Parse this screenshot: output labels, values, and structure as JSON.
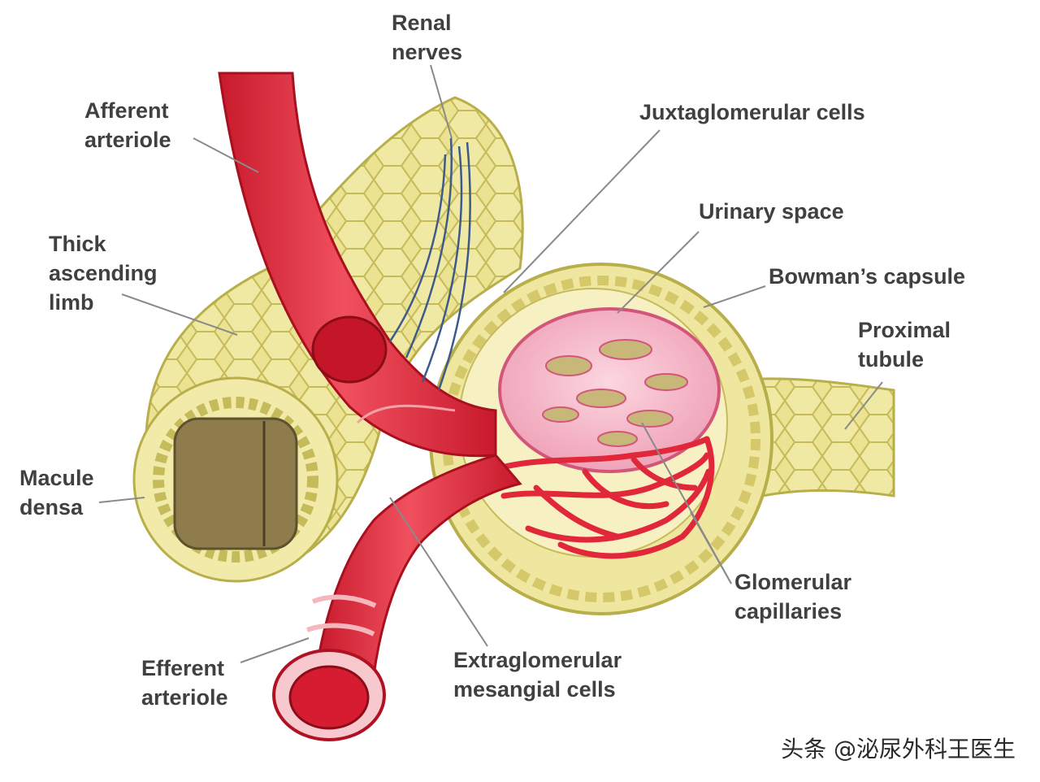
{
  "labels": {
    "renal_nerves": [
      "Renal",
      "nerves"
    ],
    "afferent_arteriole": [
      "Afferent",
      "arteriole"
    ],
    "juxtaglomerular_cells": [
      "Juxtaglomerular cells"
    ],
    "urinary_space": [
      "Urinary space"
    ],
    "thick_ascending_limb": [
      "Thick",
      "ascending",
      "limb"
    ],
    "bowmans_capsule": [
      "Bowman’s capsule"
    ],
    "proximal_tubule": [
      "Proximal",
      "tubule"
    ],
    "macule_densa": [
      "Macule",
      "densa"
    ],
    "glomerular_capillaries": [
      "Glomerular",
      "capillaries"
    ],
    "efferent_arteriole": [
      "Efferent",
      "arteriole"
    ],
    "extraglomerular_mesangial_cells": [
      "Extraglomerular",
      "mesangial cells"
    ]
  },
  "watermark": "头条 @泌尿外科王医生",
  "colors": {
    "tissue_yellow": "#e8e08a",
    "tissue_outline": "#b8ae4a",
    "vessel_red": "#e0283a",
    "capillary_pink": "#f4b6c8",
    "nerve_blue": "#3d5a8a",
    "label_text": "#404040",
    "leader_line": "#8a8a8a"
  }
}
